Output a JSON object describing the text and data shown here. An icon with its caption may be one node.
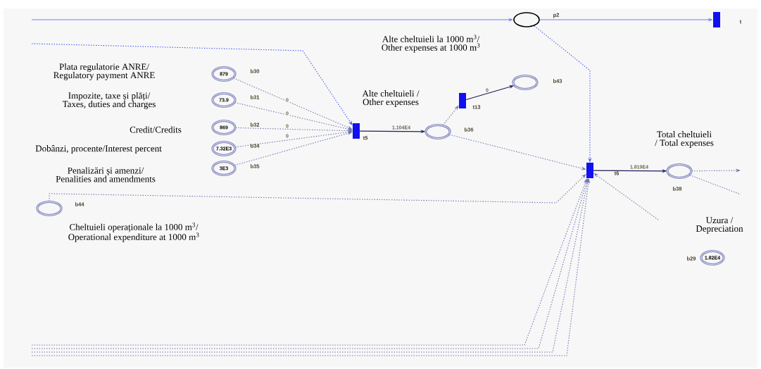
{
  "diagram": {
    "nodes": [
      {
        "text": [],
        "shape": "circle",
        "beside": [
          "p2"
        ]
      },
      {
        "text": [],
        "shape": "bar",
        "beside": [
          "t"
        ]
      },
      {
        "text": [
          "879"
        ],
        "beside": [
          "b30"
        ]
      },
      {
        "text": [
          "73.9"
        ],
        "beside": [
          "b31"
        ]
      },
      {
        "text": [
          "869"
        ],
        "beside": [
          "b32"
        ]
      },
      {
        "text": [
          "7.32E3"
        ],
        "beside": [
          "b34"
        ]
      },
      {
        "text": [
          "3E3"
        ],
        "beside": [
          "b35"
        ]
      },
      {
        "text": [],
        "shape": "bar",
        "beside": [
          "t5"
        ]
      },
      {
        "text": [],
        "shape": "circle",
        "beside": [
          "b36"
        ]
      },
      {
        "text": [],
        "shape": "bar",
        "beside": [
          "t13"
        ]
      },
      {
        "text": [],
        "shape": "circle",
        "beside": [
          "b43"
        ]
      },
      {
        "text": [],
        "shape": "bar",
        "beside": [
          "t6"
        ]
      },
      {
        "text": [],
        "shape": "circle",
        "beside": [
          "b38"
        ]
      },
      {
        "text": [
          "1.82E4"
        ],
        "beside": [
          "b29"
        ]
      },
      {
        "text": [],
        "shape": "circle",
        "beside": [
          "b44"
        ]
      }
    ],
    "edges": [
      {
        "from": null,
        "to": 0,
        "arrow": "to",
        "color": "#6f7ff7"
      },
      {
        "from": 0,
        "to": 1,
        "arrow": "to",
        "color": "#6f7ff7"
      },
      {
        "from": 0,
        "to": 11,
        "arrow": "to",
        "style": "dashed",
        "color": "#4d5cf5"
      },
      {
        "from": null,
        "to": 7,
        "arrow": "to",
        "style": "dashed",
        "color": "#4d5cf5"
      },
      {
        "from": 2,
        "to": 7,
        "arrow": "to",
        "style": "dashed",
        "label": "0"
      },
      {
        "from": 3,
        "to": 7,
        "arrow": "to",
        "style": "dashed",
        "label": "0"
      },
      {
        "from": 4,
        "to": 7,
        "arrow": "to",
        "style": "dashed",
        "label": "0"
      },
      {
        "from": 5,
        "to": 7,
        "arrow": "to",
        "style": "dashed",
        "label": "0"
      },
      {
        "from": 6,
        "to": 7,
        "arrow": "to",
        "style": "dashed"
      },
      {
        "from": 7,
        "to": 8,
        "arrow": "to",
        "label": "1.104E4",
        "color": "#1e1e5c"
      },
      {
        "from": 8,
        "to": 9,
        "arrow": "to",
        "style": "dashed"
      },
      {
        "from": 9,
        "to": 10,
        "arrow": "to",
        "label": "0",
        "color": "#1e1e5c"
      },
      {
        "from": 8,
        "to": 11,
        "arrow": "to",
        "style": "dashed"
      },
      {
        "from": 14,
        "to": 11,
        "arrow": "to",
        "style": "dashed"
      },
      {
        "from": null,
        "to": 11,
        "arrow": "to",
        "style": "dashed"
      },
      {
        "from": null,
        "to": 11,
        "arrow": "to",
        "style": "dashed"
      },
      {
        "from": null,
        "to": 11,
        "arrow": "to",
        "style": "dashed"
      },
      {
        "from": null,
        "to": 11,
        "arrow": "to",
        "style": "dashed"
      },
      {
        "from": null,
        "to": 11,
        "arrow": "to",
        "style": "dashed"
      },
      {
        "from": 11,
        "to": 12,
        "arrow": "to",
        "label": "1.819E4",
        "color": "#1e1e5c"
      },
      {
        "from": 12,
        "to": null,
        "arrow": "to",
        "style": "dashed"
      },
      {
        "from": 12,
        "to": null,
        "arrow": "none",
        "style": "dashed"
      }
    ],
    "labels": [
      "Alte cheltuieli la 1000 m$^{3}$/ Other expenses at 1000 m$^{3}$",
      "Plata regulatorie ANRE/ Regulatory payment ANRE",
      "Alte cheltuieli / Other expenses",
      "Impozite, taxe și plăți/ Taxes, duties and charges",
      "Credit/Credits",
      "Total cheltuieli / Total expenses",
      "Dobânzi, procente/Interest percent",
      "Penalizări și amenzi/ Penalities and amendments",
      "Cheltuieli operaționale la 1000 m$^{3}$/ Operational expenditure at 1000 m$^{3}$",
      "Uzura / Depreciation"
    ]
  }
}
